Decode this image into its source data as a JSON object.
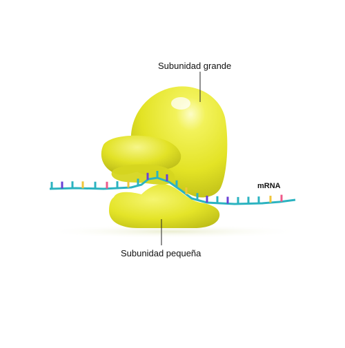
{
  "labels": {
    "large_subunit": "Subunidad grande",
    "small_subunit": "Subunidad pequeña",
    "mrna": "mRNA"
  },
  "colors": {
    "ribosome": "#e6e62a",
    "ribosome_highlight": "#fbfbb0",
    "ribosome_shadow": "#b5b51a",
    "strand": "#2bb3c0",
    "base_palette": [
      "#2bb3c0",
      "#6a3fd6",
      "#f0c63a",
      "#ef5a8a"
    ]
  }
}
